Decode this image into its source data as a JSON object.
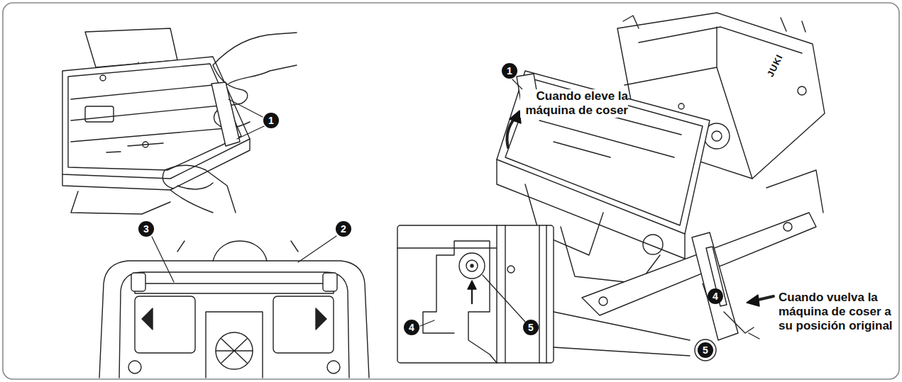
{
  "diagram": {
    "labels": [
      "1",
      "3",
      "2",
      "1",
      "Cuando eleve la máquina de coser",
      "JUKI",
      "4",
      "5",
      "4",
      "5",
      "Cuando vuelva la máquina de coser a su posición original"
    ]
  }
}
